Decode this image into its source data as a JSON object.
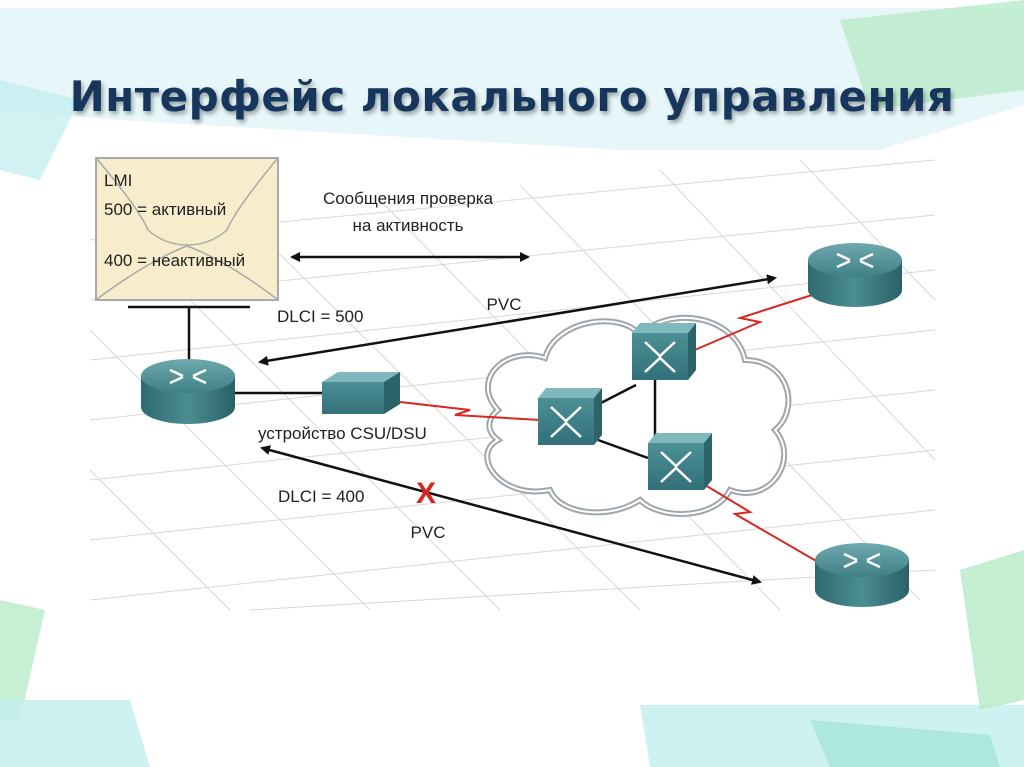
{
  "slide": {
    "title": "Интерфейс локального управления"
  },
  "lmi_box": {
    "line1": "LMI",
    "line2": "500 = активный",
    "line3": "400 = неактивный"
  },
  "labels": {
    "keepalive_line1": "Сообщения проверка",
    "keepalive_line2": "на активность",
    "pvc_top": "PVC",
    "dlci_500": "DLCI = 500",
    "csu_dsu": "устройство CSU/DSU",
    "dlci_400": "DLCI = 400",
    "x_mark": "X",
    "pvc_bottom": "PVC"
  },
  "colors": {
    "title": "#16365d",
    "router": "#3c7f84",
    "link_red": "#d6281e",
    "x_mark": "#d6281e",
    "lmi_fill": "#f7edcc"
  },
  "icons": [
    "router-icon",
    "switch-icon",
    "csu-dsu-icon",
    "cloud-icon"
  ]
}
